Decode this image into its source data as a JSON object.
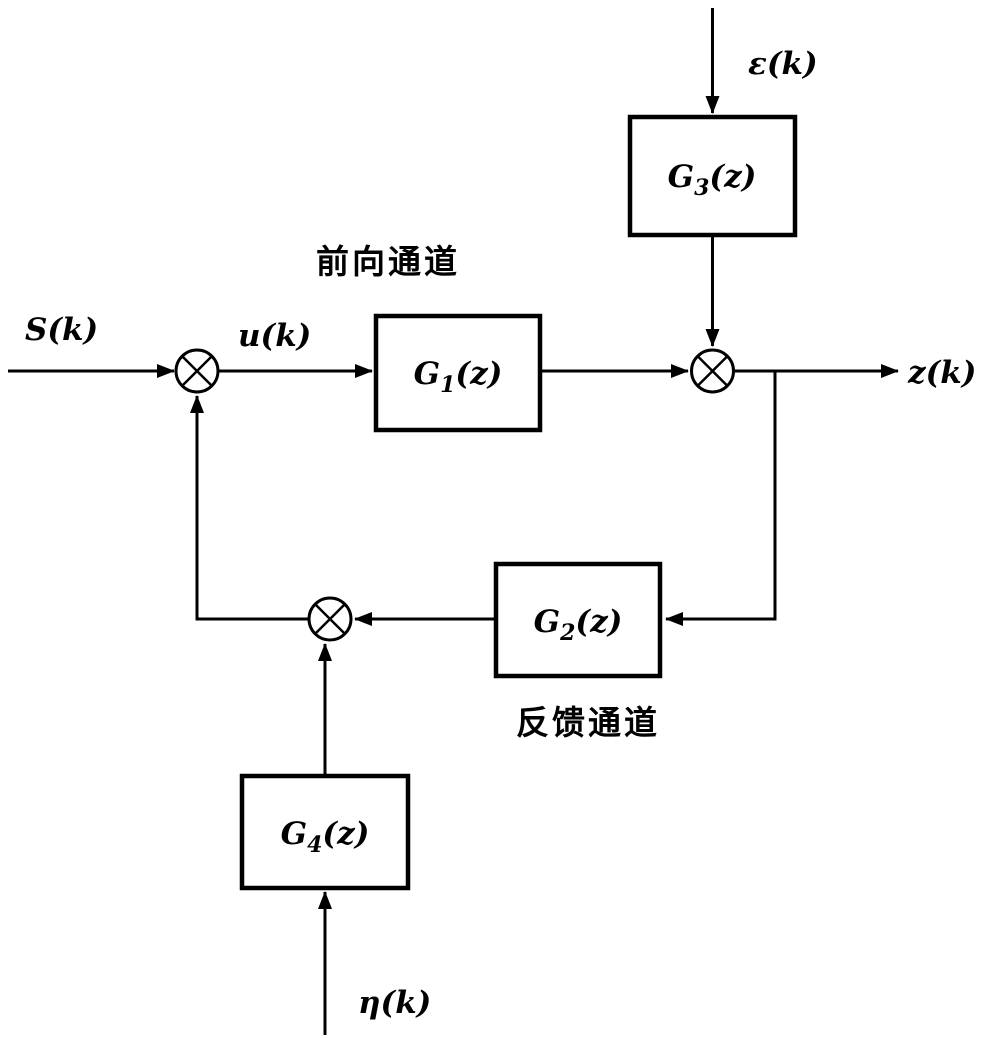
{
  "diagram": {
    "signals": {
      "input": "S(k)",
      "control": "u(k)",
      "output": "z(k)",
      "disturbance_top": "ε(k)",
      "disturbance_bottom": "η(k)"
    },
    "blocks": {
      "g1": {
        "base": "G",
        "sub": "1",
        "arg": "(z)"
      },
      "g2": {
        "base": "G",
        "sub": "2",
        "arg": "(z)"
      },
      "g3": {
        "base": "G",
        "sub": "3",
        "arg": "(z)"
      },
      "g4": {
        "base": "G",
        "sub": "4",
        "arg": "(z)"
      }
    },
    "annotations": {
      "forward_channel": "前向通道",
      "feedback_channel": "反馈通道"
    },
    "colors": {
      "line": "#000000",
      "background": "#ffffff"
    }
  }
}
